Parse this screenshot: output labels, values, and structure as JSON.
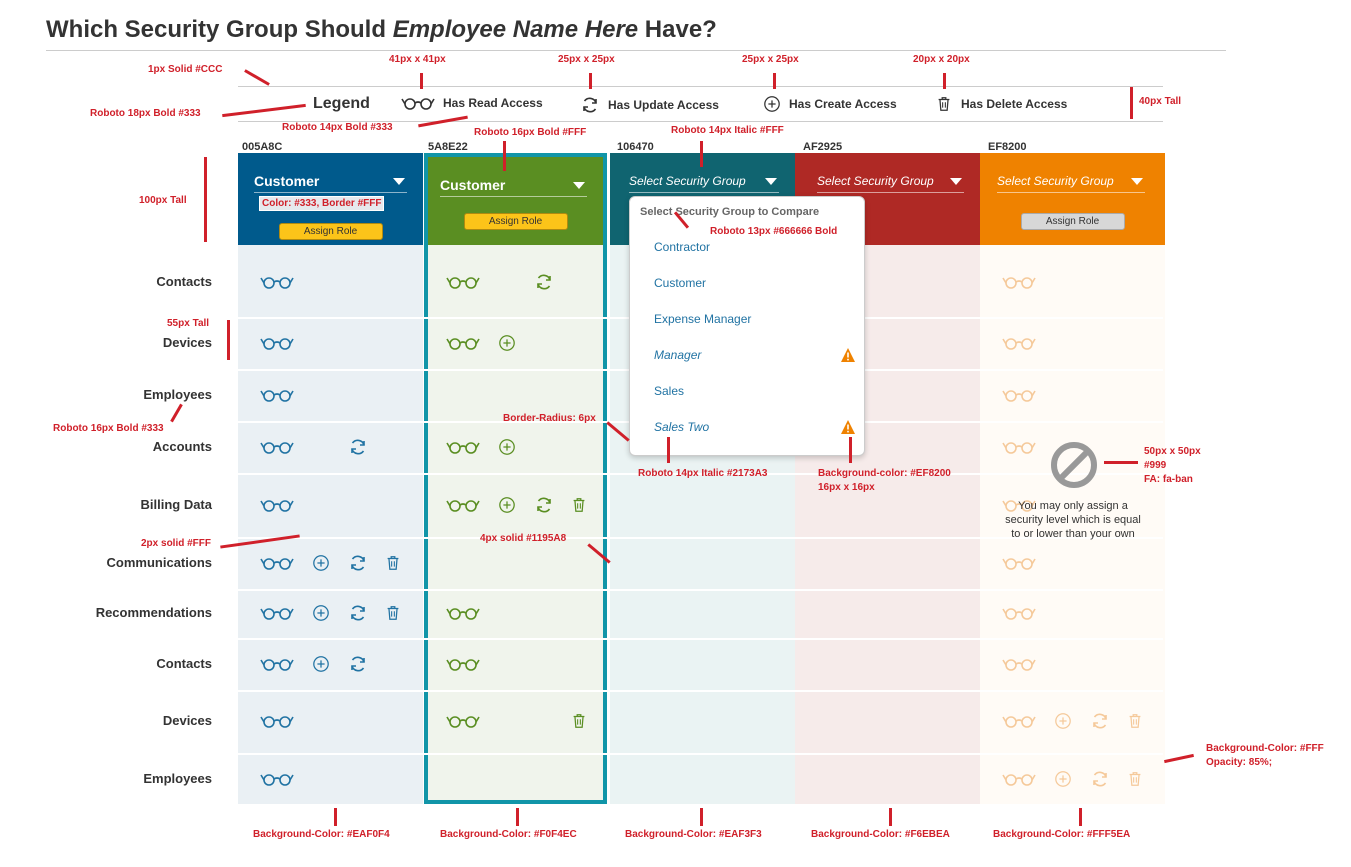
{
  "title": {
    "prefix": "Which Security Group Should ",
    "name": "Employee Name Here",
    "suffix": " Have?"
  },
  "legend": {
    "title": "Legend",
    "items": [
      {
        "label": "Has Read Access",
        "icon": "glasses-icon"
      },
      {
        "label": "Has Update Access",
        "icon": "refresh-icon"
      },
      {
        "label": "Has Create Access",
        "icon": "plus-circle-icon"
      },
      {
        "label": "Has Delete Access",
        "icon": "trash-icon"
      }
    ]
  },
  "columns": [
    {
      "hex": "005A8C",
      "label": "Customer",
      "button": "Assign Role",
      "color": "#005A8C",
      "bg": "#EAF0F4"
    },
    {
      "hex": "5A8E22",
      "label": "Customer",
      "button": "Assign Role",
      "color": "#5A8E22",
      "bg": "#F0F4EC"
    },
    {
      "hex": "106470",
      "label": "Select Security Group",
      "button": "",
      "color": "#106470",
      "bg": "#EAF3F3"
    },
    {
      "hex": "AF2925",
      "label": "Select Security Group",
      "button": "",
      "color": "#AF2925",
      "bg": "#F6EBEA"
    },
    {
      "hex": "EF8200",
      "label": "Select Security Group",
      "button": "Assign Role",
      "color": "#EF8200",
      "bg": "#FFF5EA"
    }
  ],
  "rows": [
    "Contacts",
    "Devices",
    "Employees",
    "Accounts",
    "Billing Data",
    "Communications",
    "Recommendations",
    "Contacts",
    "Devices",
    "Employees"
  ],
  "dropdown": {
    "header": "Select Security Group to Compare",
    "items": [
      "Contractor",
      "Customer",
      "Expense Manager",
      "Manager",
      "Sales",
      "Sales Two"
    ]
  },
  "banner": {
    "text": "You may only assign a security level which is equal to or lower than your own"
  },
  "annotations": {
    "a1": "1px Solid #CCC",
    "a2": "41px x 41px",
    "a3": "25px x 25px",
    "a4": "25px x 25px",
    "a5": "20px x 20px",
    "a6": "Roboto 18px Bold #333",
    "a7": "40px Tall",
    "a8": "Roboto 14px Bold #333",
    "a9": "Roboto 16px Bold #FFF",
    "a10": "Roboto 14px Italic #FFF",
    "a11": "100px Tall",
    "a12": "Color: #333, Border #FFF",
    "a13": "Roboto 13px #666666 Bold",
    "a14": "55px Tall",
    "a15": "Roboto 16px Bold #333",
    "a16": "Border-Radius: 6px",
    "a17": "Roboto 14px Italic #2173A3",
    "a18": "Background-color: #EF8200",
    "a19": "16px x 16px",
    "a20": "50px x 50px",
    "a21": "#999",
    "a22": "FA: fa-ban",
    "a23": "2px solid #FFF",
    "a24": "4px solid #1195A8",
    "a25": "Background-Color: #FFF",
    "a26": "Opacity: 85%;",
    "b1": "Background-Color: #EAF0F4",
    "b2": "Background-Color: #F0F4EC",
    "b3": "Background-Color: #EAF3F3",
    "b4": "Background-Color: #F6EBEA",
    "b5": "Background-Color: #FFF5EA"
  }
}
